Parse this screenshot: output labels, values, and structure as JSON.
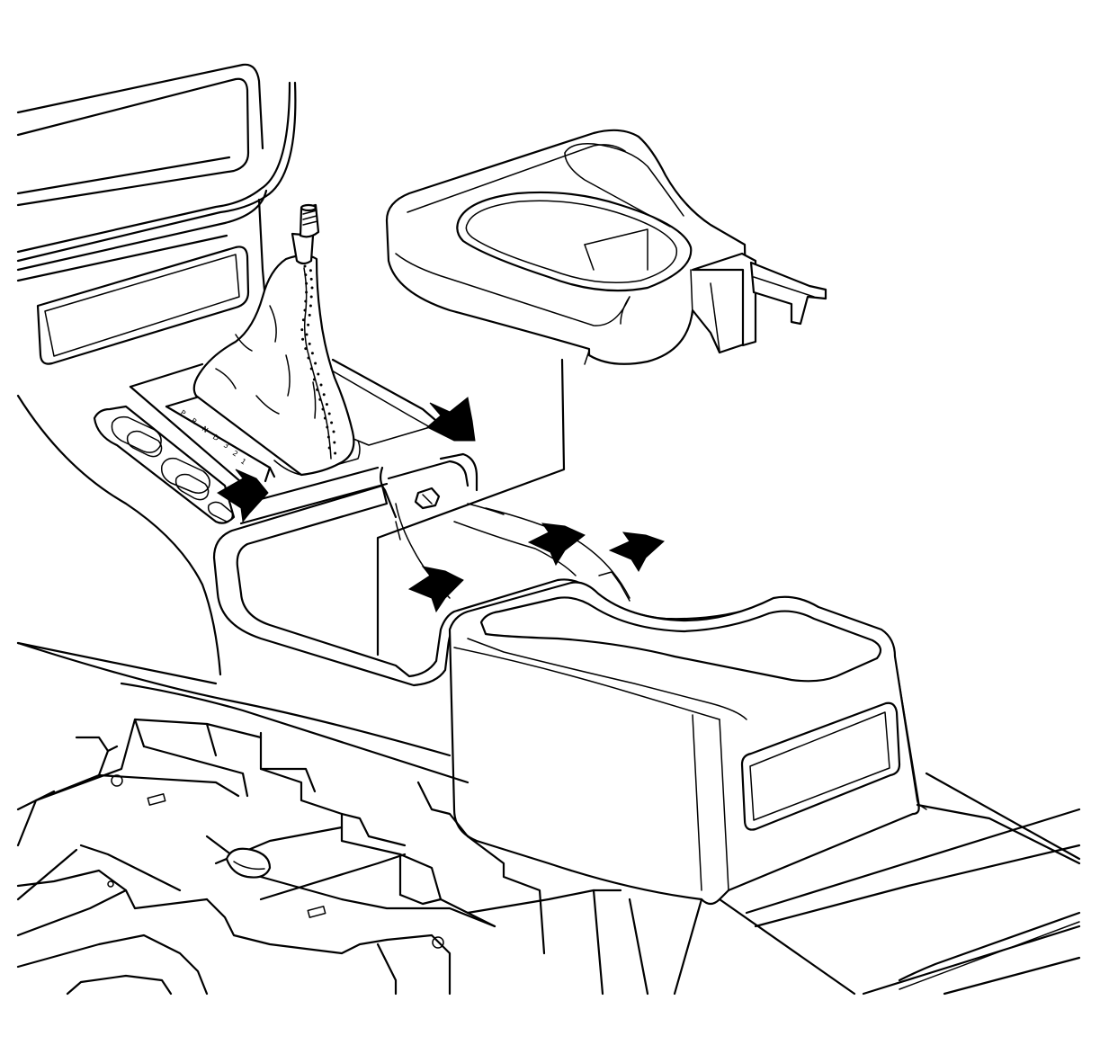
{
  "diagram": {
    "gear_indicator": [
      "P",
      "R",
      "N",
      "D",
      "3",
      "2",
      "1"
    ],
    "fastener_arrows": [
      {
        "name": "arrow-shifter-opening-right"
      },
      {
        "name": "arrow-shifter-opening-left"
      },
      {
        "name": "arrow-rear-console-left"
      },
      {
        "name": "arrow-rear-console-center"
      },
      {
        "name": "arrow-rear-console-right"
      }
    ]
  }
}
